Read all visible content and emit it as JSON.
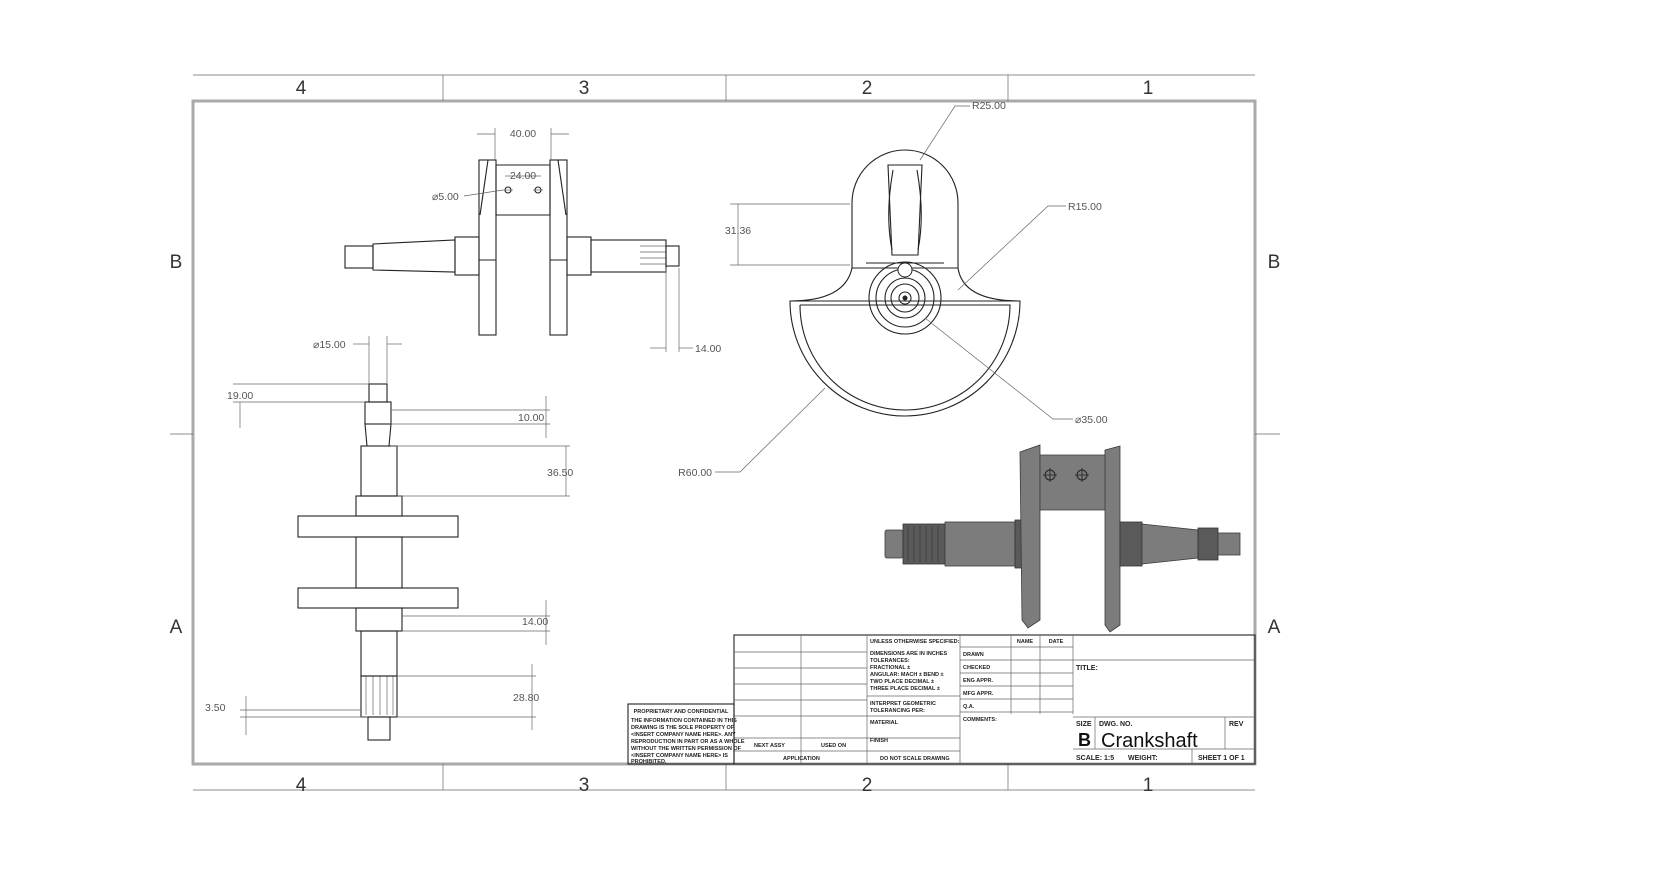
{
  "zones": {
    "columns": [
      "4",
      "3",
      "2",
      "1"
    ],
    "rows": [
      "B",
      "A"
    ]
  },
  "dimensions": {
    "top_width": "40.00",
    "top_inner": "24.00",
    "top_hole": "⌀5.00",
    "top_end": "14.00",
    "side_height": "31.36",
    "side_big_radius": "R60.00",
    "side_tip_radius": "R25.00",
    "side_fillet": "R15.00",
    "side_bore": "⌀35.00",
    "front_dia": "⌀15.00",
    "front_a": "19.00",
    "front_b": "10.00",
    "front_c": "36.50",
    "front_d": "14.00",
    "front_e": "28.80",
    "front_f": "3.50"
  },
  "title_block": {
    "prop_title": "PROPRIETARY AND CONFIDENTIAL",
    "prop_lines": [
      "THE INFORMATION CONTAINED IN THIS",
      "DRAWING IS THE SOLE PROPERTY OF",
      "<INSERT COMPANY NAME HERE>. ANY",
      "REPRODUCTION IN PART OR AS A WHOLE",
      "WITHOUT THE WRITTEN PERMISSION OF",
      "<INSERT COMPANY NAME HERE> IS",
      "PROHIBITED."
    ],
    "next_assy": "NEXT ASSY",
    "used_on": "USED ON",
    "application": "APPLICATION",
    "unless": "UNLESS OTHERWISE SPECIFIED:",
    "spec_lines": [
      "DIMENSIONS ARE IN INCHES",
      "TOLERANCES:",
      "FRACTIONAL ±",
      "ANGULAR: MACH ±    BEND ±",
      "TWO PLACE DECIMAL    ±",
      "THREE PLACE DECIMAL    ±"
    ],
    "interpret": "INTERPRET GEOMETRIC",
    "tolerancing": "TOLERANCING PER:",
    "material": "MATERIAL",
    "finish": "FINISH",
    "do_not_scale": "DO NOT SCALE DRAWING",
    "name_hdr": "NAME",
    "date_hdr": "DATE",
    "rows": [
      "DRAWN",
      "CHECKED",
      "ENG APPR.",
      "MFG APPR.",
      "Q.A."
    ],
    "comments": "COMMENTS:",
    "title_label": "TITLE:",
    "size_label": "SIZE",
    "size_value": "B",
    "dwg_label": "DWG.  NO.",
    "dwg_value": "Crankshaft",
    "rev_label": "REV",
    "scale": "SCALE: 1:5",
    "weight": "WEIGHT:",
    "sheet": "SHEET 1 OF 1"
  }
}
